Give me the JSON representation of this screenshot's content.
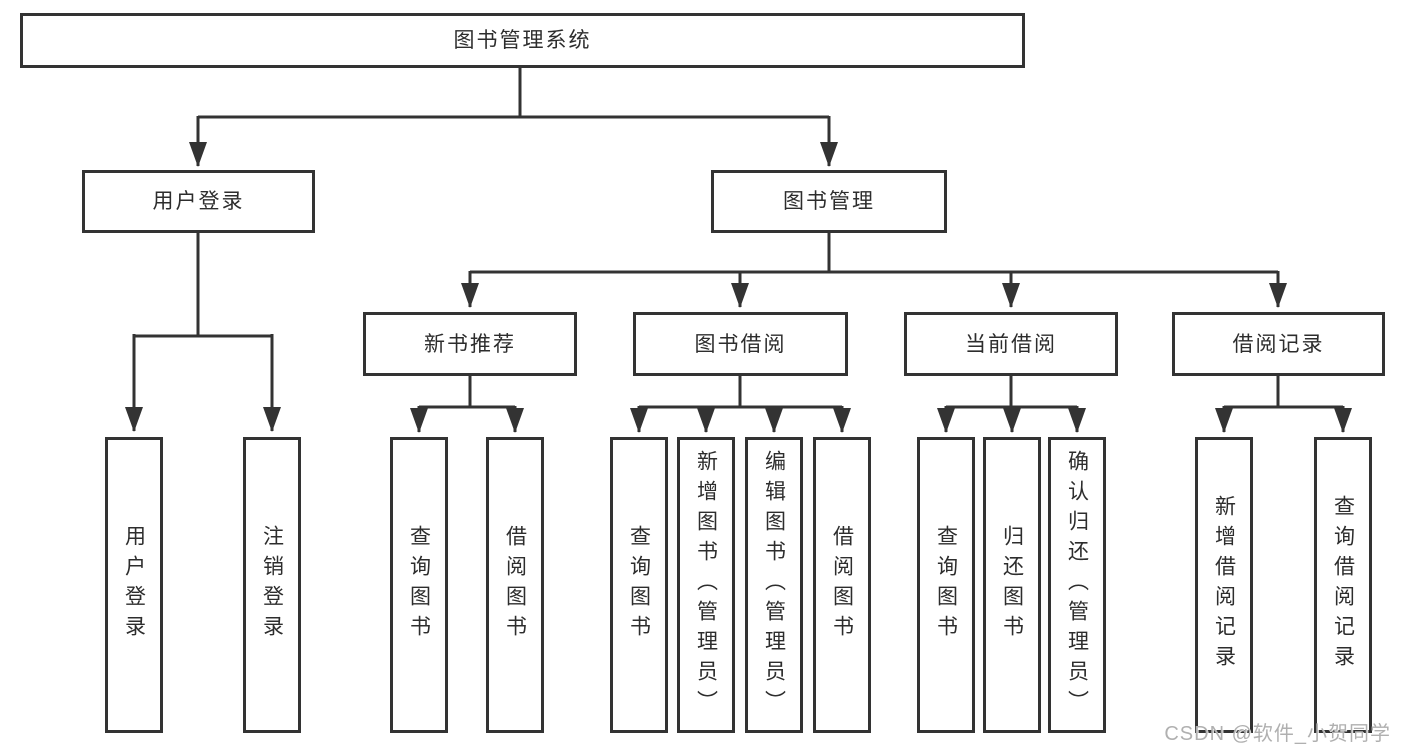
{
  "diagram": {
    "title": "图书管理系统",
    "level2": {
      "user_login": {
        "label": "用户登录",
        "children": {
          "login": "用户登录",
          "logout": "注销登录"
        }
      },
      "book_management": {
        "label": "图书管理",
        "sections": {
          "new_book_recommend": {
            "label": "新书推荐",
            "children": {
              "query_books": "查询图书",
              "borrow_books": "借阅图书"
            }
          },
          "book_borrow": {
            "label": "图书借阅",
            "children": {
              "query_books": "查询图书",
              "add_books": "新增图书（管理员）",
              "edit_books": "编辑图书（管理员）",
              "borrow_books": "借阅图书"
            }
          },
          "current_borrow": {
            "label": "当前借阅",
            "children": {
              "query_books": "查询图书",
              "return_books": "归还图书",
              "confirm_return": "确认归还（管理员）"
            }
          },
          "borrow_records": {
            "label": "借阅记录",
            "children": {
              "add_record": "新增借阅记录",
              "query_record": "查询借阅记录"
            }
          }
        }
      }
    },
    "watermark": "CSDN @软件_小贺同学",
    "colors": {
      "line": "#333333",
      "text": "#2d2d2d",
      "watermark": "#b0b0b0",
      "background": "#ffffff"
    }
  }
}
